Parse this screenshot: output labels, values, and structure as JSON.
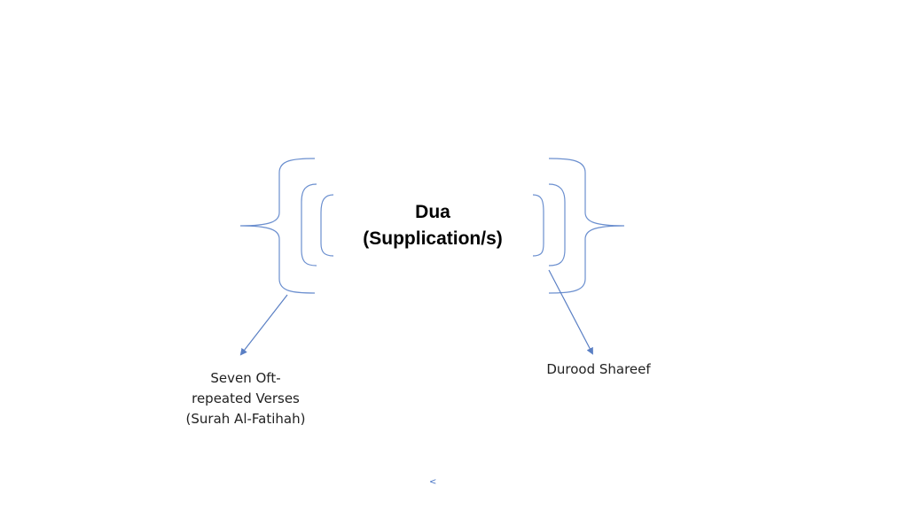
{
  "diagram": {
    "center": {
      "line1": "Dua",
      "line2": "(Supplication/s)"
    },
    "left_label": {
      "line1": "Seven Oft-",
      "line2": "repeated Verses",
      "line3": "(Surah Al-Fatihah)"
    },
    "right_label": {
      "line1": "Durood Shareef"
    },
    "nav_glyph": "<",
    "colors": {
      "bracket": "#6b8fcf",
      "arrow": "#5a7fc4",
      "text": "#000000"
    }
  }
}
